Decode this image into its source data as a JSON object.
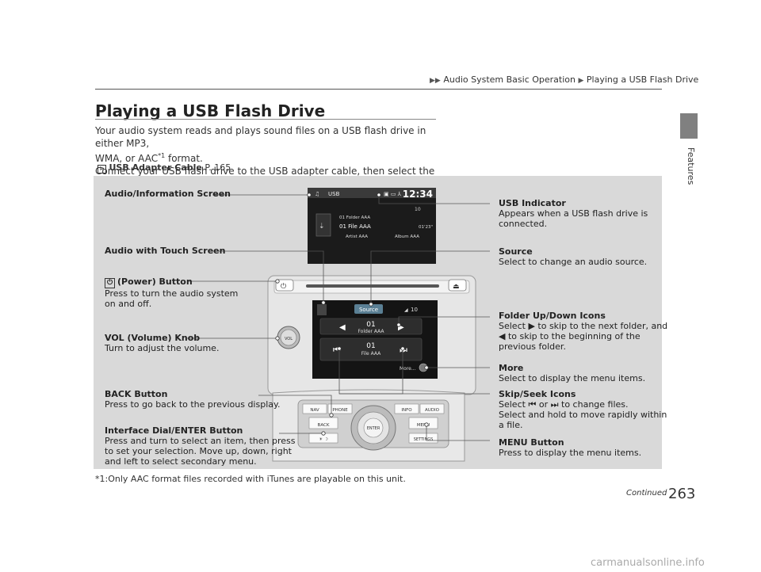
{
  "breadcrumb": {
    "part1": "Audio System Basic Operation",
    "part2": "Playing a USB Flash Drive"
  },
  "title": "Playing a USB Flash Drive",
  "body": {
    "line1": "Your audio system reads and plays sound files on a USB flash drive in either MP3,",
    "line2a": "WMA, or AAC",
    "line2sup": "*1",
    "line2b": " format.",
    "line3": "Connect your USB flash drive to the USB adapter cable, then select the USB mode."
  },
  "reference": {
    "label": "USB Adapter Cable",
    "page": "P. 165"
  },
  "sidebar": {
    "label": "Features"
  },
  "callouts": {
    "audio_screen": {
      "title": "Audio/Information Screen"
    },
    "touch_screen": {
      "title": "Audio with Touch Screen"
    },
    "power": {
      "title": "(Power) Button",
      "line1": "Press to turn the audio system",
      "line2": "on and off."
    },
    "vol": {
      "title": "VOL (Volume) Knob",
      "line1": "Turn to adjust the volume."
    },
    "back": {
      "title": "BACK Button",
      "line1": "Press to go back to the previous display."
    },
    "dial": {
      "title": "Interface Dial/ENTER Button",
      "line1": "Press and turn to select an item, then press",
      "line2": "to set your selection. Move up, down, right",
      "line3": "and left to select secondary menu."
    },
    "usb_ind": {
      "title": "USB Indicator",
      "line1": "Appears when a USB flash drive is",
      "line2": "connected."
    },
    "source": {
      "title": "Source",
      "line1": "Select to change an audio source."
    },
    "folder": {
      "title": "Folder Up/Down Icons",
      "line1a": "Select",
      "line1b": "to skip to the next folder, and",
      "line2": "to skip to the beginning of the",
      "line3": "previous folder."
    },
    "more": {
      "title": "More",
      "line1": "Select to display the menu items."
    },
    "skip": {
      "title": "Skip/Seek Icons",
      "line1a": "Select",
      "line1b": "or",
      "line1c": "to change files.",
      "line2": "Select and hold to move rapidly within",
      "line3": "a file."
    },
    "menu": {
      "title": "MENU Button",
      "line1": "Press to display the menu items."
    }
  },
  "upper_screen": {
    "mode": "USB",
    "time": "12:34",
    "vol_level": "10",
    "folder_line": "01  Folder AAA",
    "track_line": "01 File AAA",
    "elapsed": "01'23\"",
    "artist": "Artist AAA",
    "album": "Album AAA"
  },
  "touch_screen": {
    "source_btn": "Source",
    "vol_level": "10",
    "folder_num": "01",
    "folder_name": "Folder AAA",
    "file_num": "01",
    "file_name": "File AAA",
    "more_btn": "More..."
  },
  "panel": {
    "vol_knob": "VOL",
    "nav": "NAV",
    "phone": "PHONE",
    "info": "INFO",
    "audio": "AUDIO",
    "back": "BACK",
    "menu": "MENU",
    "enter": "ENTER",
    "settings": "SETTINGS"
  },
  "footnote": "*1:Only AAC format files recorded with iTunes are playable on this unit.",
  "continued": "Continued",
  "page_number": "263",
  "watermark": "carmanualsonline.info"
}
